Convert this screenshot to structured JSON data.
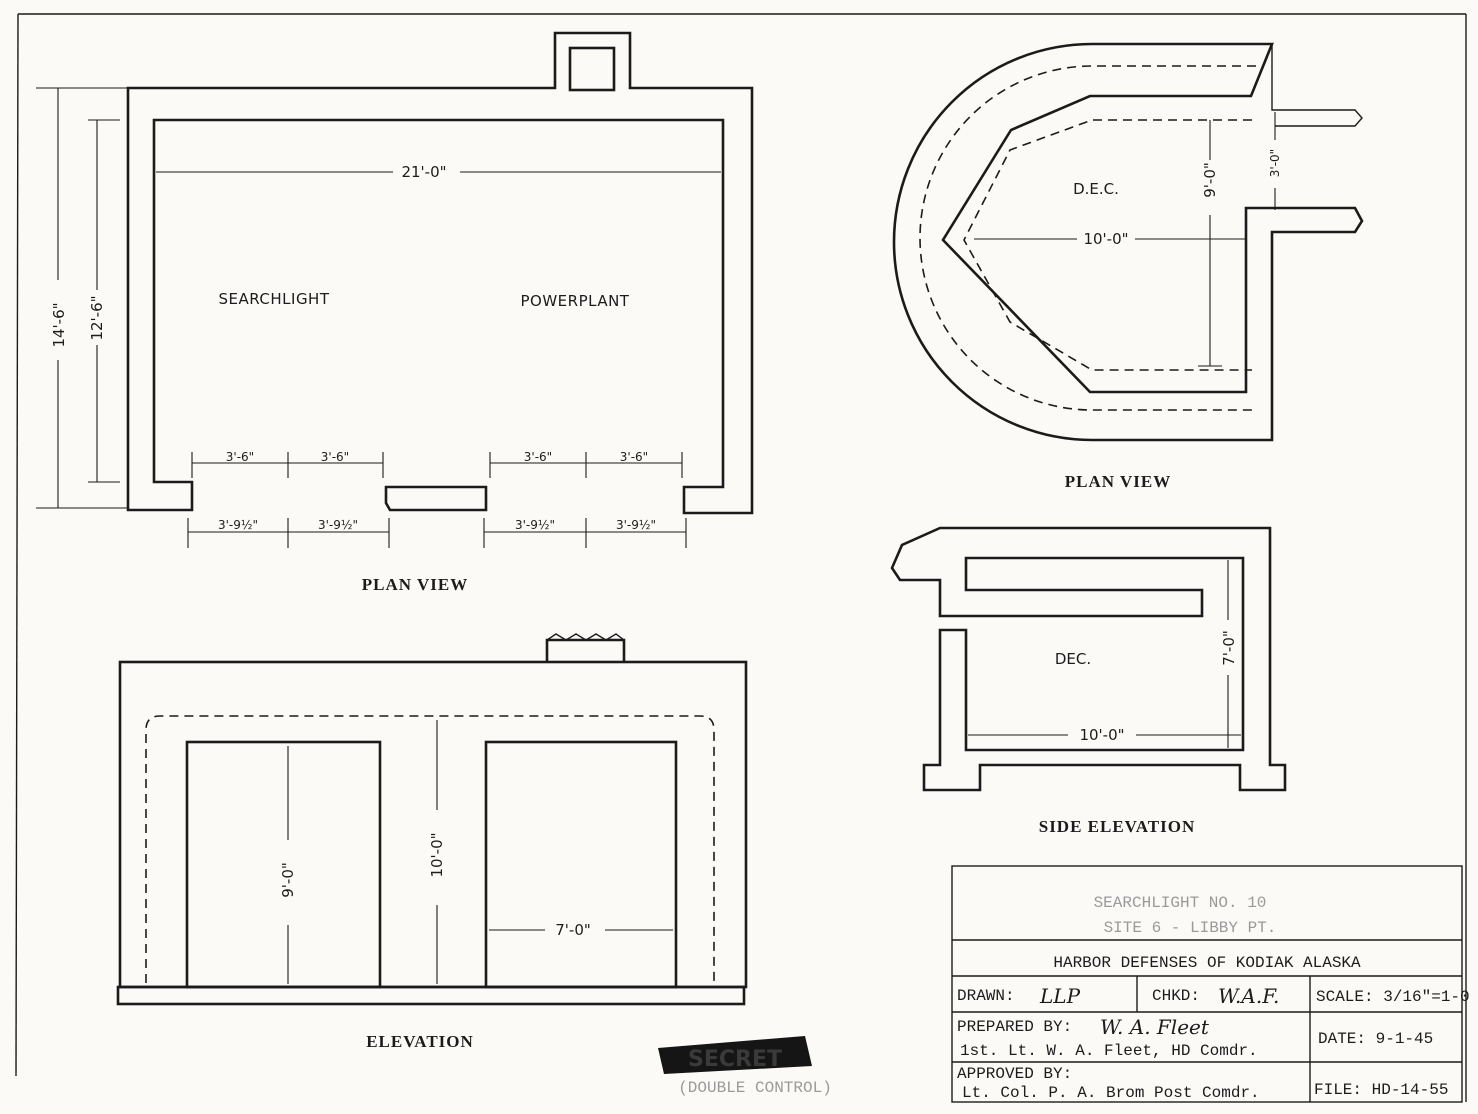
{
  "plan_left": {
    "title": "PLAN VIEW",
    "rooms": [
      "SEARCHLIGHT",
      "POWERPLANT"
    ],
    "dims": {
      "width_inner": "21'-0\"",
      "height_outer": "14'-6\"",
      "height_inner": "12'-6\"",
      "inner_openings": [
        "3'-6\"",
        "3'-6\"",
        "3'-6\"",
        "3'-6\""
      ],
      "outer_openings": [
        "3'-9½\"",
        "3'-9½\"",
        "3'-9½\"",
        "3'-9½\""
      ]
    }
  },
  "plan_right": {
    "title": "PLAN VIEW",
    "room": "D.E.C.",
    "dims": {
      "length": "10'-0\"",
      "width": "9'-0\"",
      "entry": "3'-0\""
    }
  },
  "elevation": {
    "title": "ELEVATION",
    "dims": {
      "door_height": "9'-0\"",
      "wall_height": "10'-0\"",
      "door_width": "7'-0\""
    }
  },
  "side_elevation": {
    "title": "SIDE ELEVATION",
    "room": "DEC.",
    "dims": {
      "height": "7'-0\"",
      "length": "10'-0\""
    }
  },
  "title_block": {
    "line1": "SEARCHLIGHT NO. 10",
    "line2": "SITE 6 - LIBBY PT.",
    "org": "HARBOR DEFENSES OF KODIAK ALASKA",
    "drawn_label": "DRAWN:",
    "drawn_value": "LLP",
    "chkd_label": "CHKD:",
    "chkd_value": "W.A.F.",
    "scale": "SCALE: 3/16\"=1-0",
    "prepared_label": "PREPARED BY:",
    "prepared_sig": "W. A. Fleet",
    "prepared_name": "1st. Lt. W. A. Fleet,  HD Comdr.",
    "date": "DATE: 9-1-45",
    "approved_label": "APPROVED BY:",
    "approved_name": "Lt. Col. P. A. Brom   Post Comdr.",
    "file": "FILE: HD-14-55"
  },
  "stamp": "SECRET",
  "footer_note": "(DOUBLE CONTROL)"
}
